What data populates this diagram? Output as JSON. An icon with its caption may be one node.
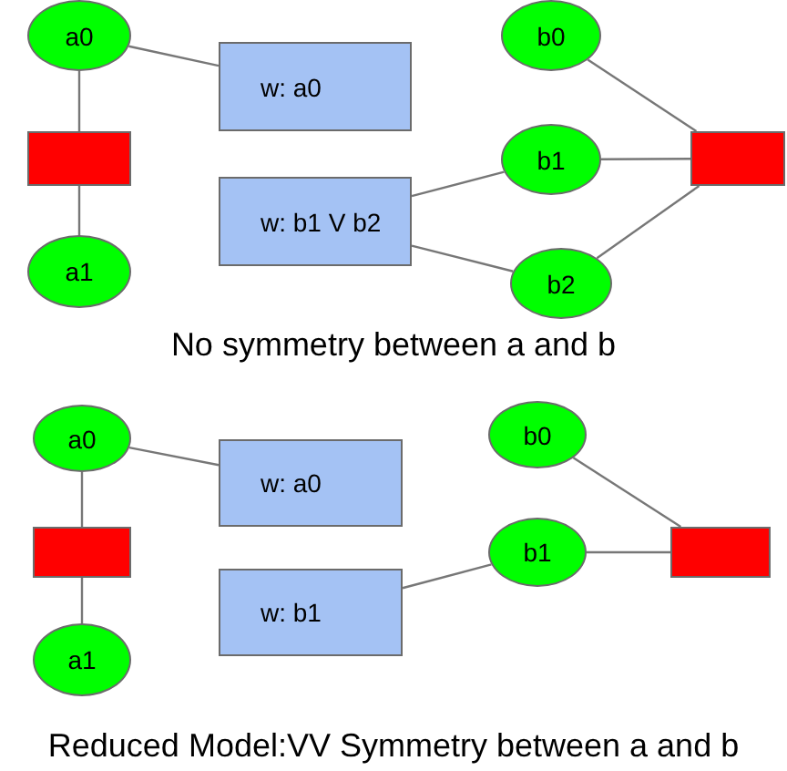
{
  "diagram": {
    "nodes": [
      {
        "text": [
          "a0"
        ]
      },
      {
        "text": [
          "w: a0"
        ]
      },
      {
        "text": [
          "b0"
        ]
      },
      {
        "text": [],
        "shape": "box"
      },
      {
        "text": [
          "w: b1 V b2"
        ]
      },
      {
        "text": [
          "b1"
        ]
      },
      {
        "text": [],
        "shape": "box"
      },
      {
        "text": [
          "a1"
        ]
      },
      {
        "text": [
          "b2"
        ]
      },
      {
        "text": [
          "a0"
        ]
      },
      {
        "text": [
          "b0"
        ]
      },
      {
        "text": [
          "w: a0"
        ]
      },
      {
        "text": [],
        "shape": "box"
      },
      {
        "text": [
          "b1"
        ]
      },
      {
        "text": [],
        "shape": "box"
      },
      {
        "text": [
          "w: b1"
        ]
      },
      {
        "text": [
          "a1"
        ]
      }
    ],
    "edges": [
      {
        "from": 0,
        "to": 3,
        "arrow": "none"
      },
      {
        "from": 3,
        "to": 7,
        "arrow": "none"
      },
      {
        "from": 0,
        "to": 1,
        "arrow": "none"
      },
      {
        "from": 4,
        "to": 5,
        "arrow": "none"
      },
      {
        "from": 4,
        "to": 8,
        "arrow": "none"
      },
      {
        "from": 2,
        "to": 6,
        "arrow": "none"
      },
      {
        "from": 5,
        "to": 6,
        "arrow": "none"
      },
      {
        "from": 8,
        "to": 6,
        "arrow": "none"
      },
      {
        "from": 9,
        "to": 12,
        "arrow": "none"
      },
      {
        "from": 12,
        "to": 16,
        "arrow": "none"
      },
      {
        "from": 9,
        "to": 11,
        "arrow": "none"
      },
      {
        "from": 15,
        "to": 13,
        "arrow": "none"
      },
      {
        "from": 10,
        "to": 14,
        "arrow": "none"
      },
      {
        "from": 13,
        "to": 14,
        "arrow": "none"
      }
    ],
    "labels": [
      "No symmetry between a and b",
      "Reduced Model:VV Symmetry between a and b"
    ]
  }
}
